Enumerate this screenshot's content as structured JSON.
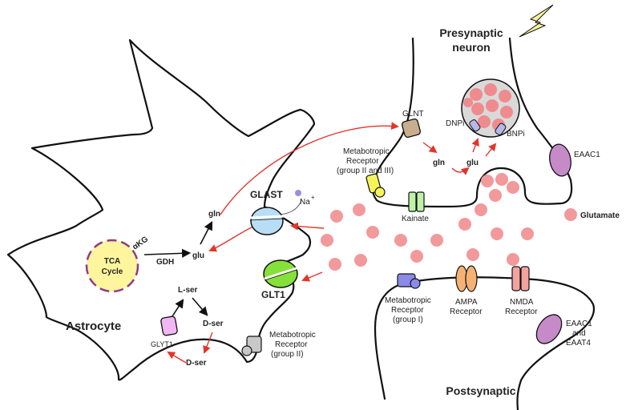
{
  "labels": {
    "presynaptic_line1": "Presynaptic",
    "presynaptic_line2": "neuron",
    "postsynaptic": "Postsynaptic",
    "astrocyte": "Astrocyte",
    "tca_line1": "TCA",
    "tca_line2": "Cycle",
    "akg": "αKG",
    "gdh": "GDH",
    "glu_astro": "glu",
    "gln_astro": "gln",
    "glast": "GLAST",
    "na": "Na",
    "na_sup": "+",
    "glt1": "GLT1",
    "lser": "L-ser",
    "dser1": "D-ser",
    "dser2": "D-ser",
    "glyt1": "GLYT1",
    "mglur2_line1": "Metabotropic",
    "mglur2_line2": "Receptor",
    "mglur2_line3": "(group II)",
    "glnt": "GLNT",
    "mglur23_line1": "Metabotropic",
    "mglur23_line2": "Receptor",
    "mglur23_line3": "(group II and III)",
    "gln_pre": "gln",
    "glu_pre": "glu",
    "dnpi": "DNPi",
    "bnpi": "BNPi",
    "eaac1_pre": "EAAC1",
    "kainate": "Kainate",
    "glutamate": "Glutamate",
    "mglur1_line1": "Metabotropic",
    "mglur1_line2": "Receptor",
    "mglur1_line3": "(group I)",
    "ampa_line1": "AMPA",
    "ampa_line2": "Receptor",
    "nmda_line1": "NMDA",
    "nmda_line2": "Receptor",
    "eaac1_post_line1": "EAAC1",
    "eaac1_post_line2": "and",
    "eaac1_post_line3": "EAAT4"
  },
  "colors": {
    "glutamate": "#f2999b",
    "tca_fill": "#fff59d",
    "tca_ring": "#8e3a8e",
    "glast": "#b9ddf4",
    "glt1": "#86e03a",
    "glyt1": "#f2b6f2",
    "glnt": "#c9ae8e",
    "kainate": "#bff2a8",
    "mglur_group1": "#8a8ae8",
    "ampa": "#f5b274",
    "nmda": "#f2a3a0",
    "eaac1": "#c78ac9",
    "mglur_group23": "#f5f55a",
    "mglur_group2": "#c8c8c8",
    "red_arrow": "#e3342a",
    "lightning": "#f7f29a"
  },
  "icons": [
    "lightning-icon"
  ]
}
